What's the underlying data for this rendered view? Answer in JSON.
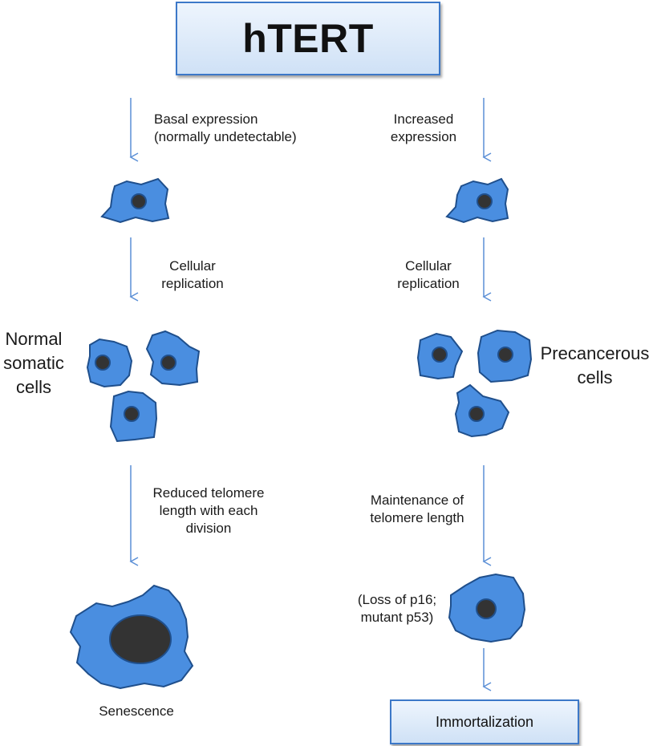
{
  "title": "hTERT",
  "left": {
    "step1": "Basal expression\n(normally undetectable)",
    "step2": "Cellular\nreplication",
    "group_label": "Normal\nsomatic\ncells",
    "step3": "Reduced telomere\nlength with each\ndivision",
    "outcome": "Senescence"
  },
  "right": {
    "step1": "Increased\nexpression",
    "step2": "Cellular\nreplication",
    "group_label": "Precancerous\ncells",
    "step3": "Maintenance of\ntelomere length",
    "mutations": "(Loss of p16;\nmutant p53)",
    "outcome": "Immortalization"
  },
  "colors": {
    "cell_fill": "#4a8ee0",
    "cell_stroke": "#1f4f8c",
    "nucleus": "#333333",
    "arrow": "#5b8fd6"
  }
}
